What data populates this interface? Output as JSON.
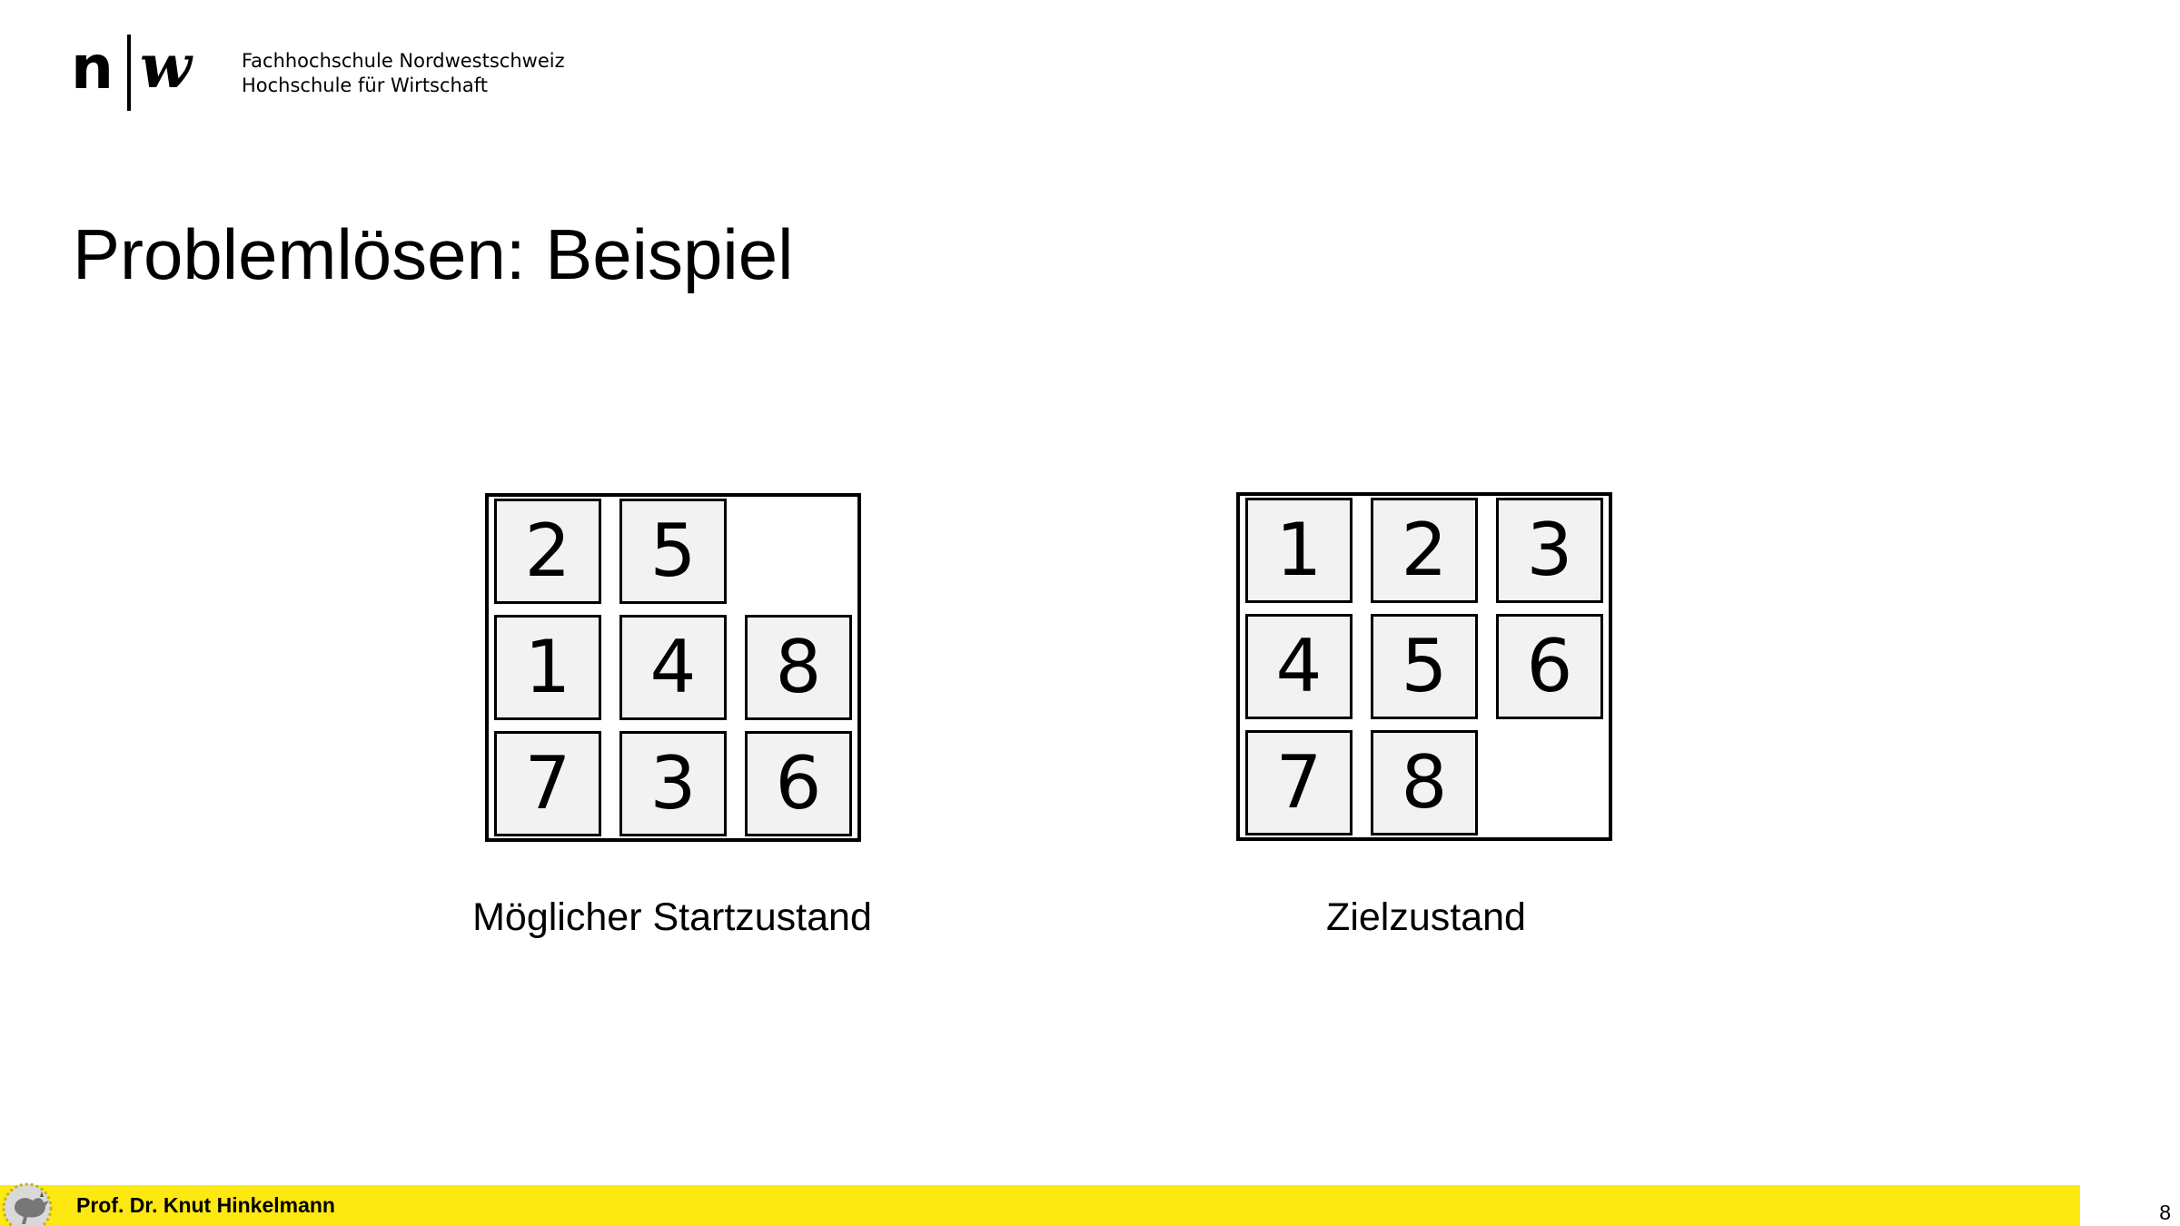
{
  "logo": {
    "n": "n",
    "w": "w",
    "line1": "Fachhochschule Nordwestschweiz",
    "line2": "Hochschule für Wirtschaft"
  },
  "slide": {
    "title": "Problemlösen: Beispiel"
  },
  "start_state": {
    "caption": "Möglicher Startzustand",
    "tiles": [
      "2",
      "5",
      "",
      "1",
      "4",
      "8",
      "7",
      "3",
      "6"
    ]
  },
  "goal_state": {
    "caption": "Zielzustand",
    "tiles": [
      "1",
      "2",
      "3",
      "4",
      "5",
      "6",
      "7",
      "8",
      ""
    ]
  },
  "footer": {
    "author": "Prof. Dr. Knut Hinkelmann",
    "page_number": "8",
    "bar_color": "#fde811"
  }
}
